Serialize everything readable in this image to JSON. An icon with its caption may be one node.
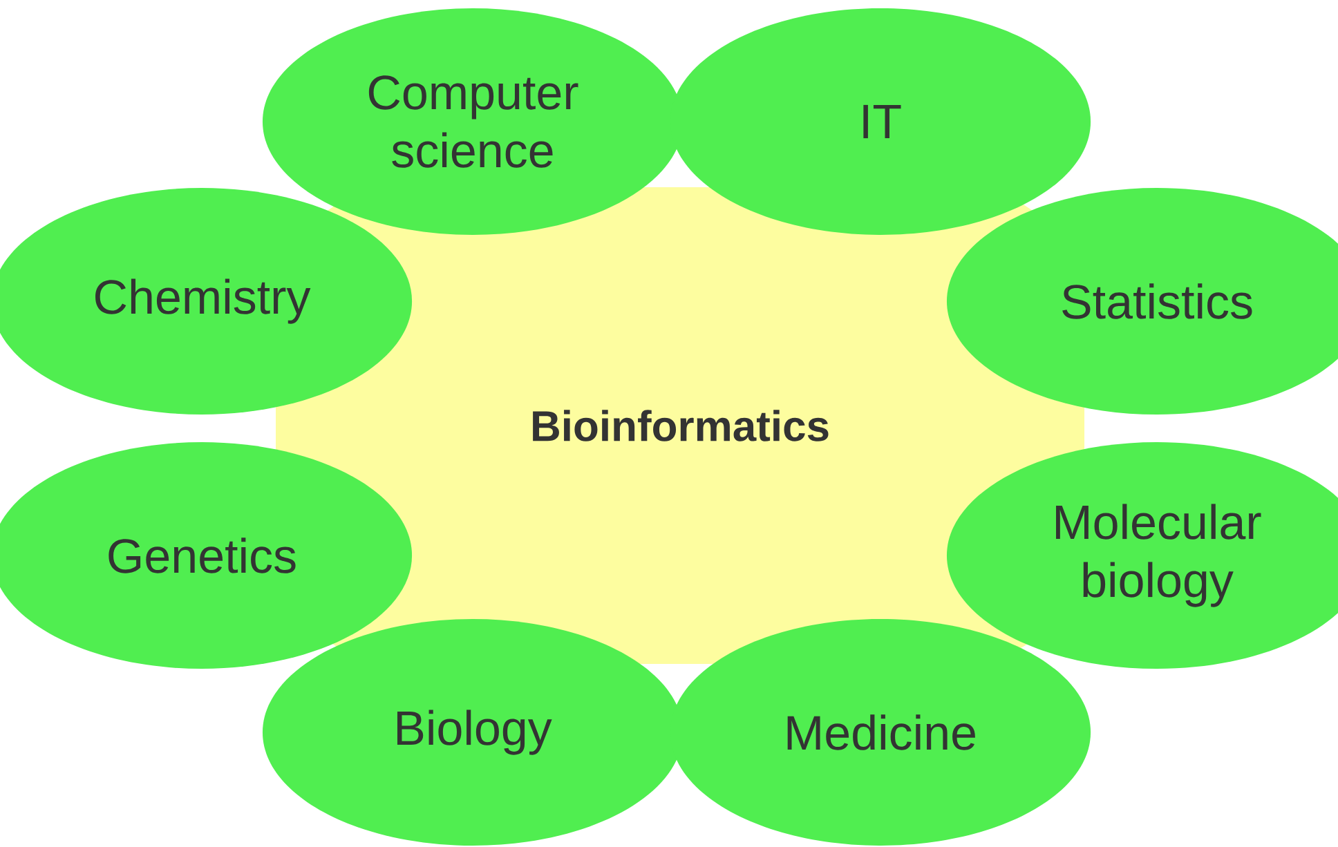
{
  "diagram": {
    "nodes": [
      {
        "text": [
          "Bioinformatics"
        ]
      },
      {
        "text": [
          "Computer science"
        ]
      },
      {
        "text": [
          "IT"
        ]
      },
      {
        "text": [
          "Chemistry"
        ]
      },
      {
        "text": [
          "Statistics"
        ]
      },
      {
        "text": [
          "Genetics"
        ]
      },
      {
        "text": [
          "Molecular biology"
        ]
      },
      {
        "text": [
          "Biology"
        ]
      },
      {
        "text": [
          "Medicine"
        ]
      }
    ]
  }
}
